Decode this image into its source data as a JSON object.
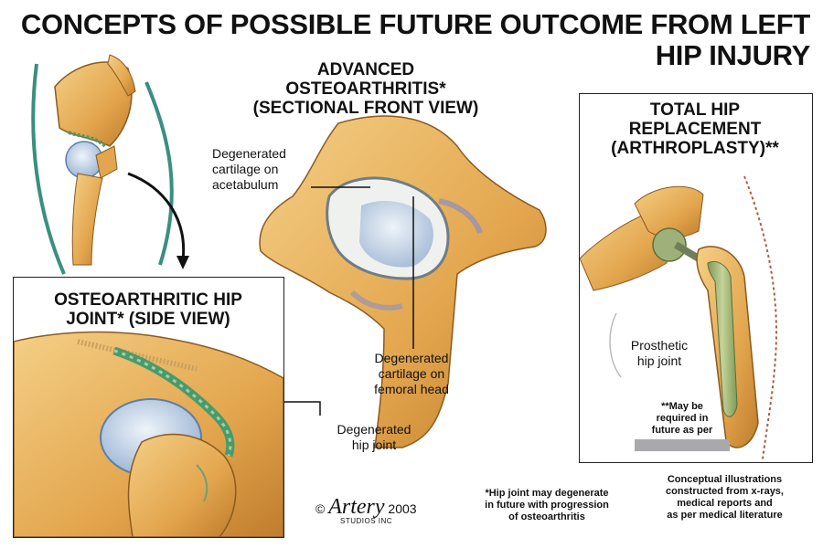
{
  "title": {
    "line1": "CONCEPTS OF POSSIBLE FUTURE OUTCOME FROM LEFT",
    "line2": "HIP INJURY"
  },
  "front_view": {
    "heading_lines": [
      "ADVANCED",
      "OSTEOARTHRITIS*",
      "(SECTIONAL FRONT VIEW)"
    ],
    "label_acetabulum": [
      "Degenerated",
      "cartilage on",
      "acetabulum"
    ],
    "label_femoral": [
      "Degenerated",
      "cartilage on",
      "femoral head"
    ]
  },
  "side_view": {
    "heading_lines": [
      "OSTEOARTHRITIC HIP",
      "JOINT* (SIDE VIEW)"
    ],
    "label_joint": [
      "Degenerated",
      "hip joint"
    ]
  },
  "replacement": {
    "heading_lines": [
      "TOTAL HIP",
      "REPLACEMENT",
      "(ARTHROPLASTY)**"
    ],
    "label_prosthetic": [
      "Prosthetic",
      "hip joint"
    ],
    "note_lines": [
      "**May be",
      "required in",
      "future as per"
    ]
  },
  "footnote_lines": [
    "*Hip joint may degenerate",
    "in future with progression",
    "of osteoarthritis"
  ],
  "disclaimer_lines": [
    "Conceptual illustrations",
    "constructed from x-rays,",
    "medical reports and",
    "as per medical literature"
  ],
  "copyright": {
    "symbol": "©",
    "brand": "Artery",
    "year": "2003",
    "brand_sub": "STUDIOS INC"
  },
  "colors": {
    "bone": "#e8b35a",
    "bone_dark": "#b97a2c",
    "cartilage": "#b9cfe6",
    "plate": "#5aa67a",
    "implant": "#9fb17a",
    "skin_line": "#3a8f80"
  }
}
